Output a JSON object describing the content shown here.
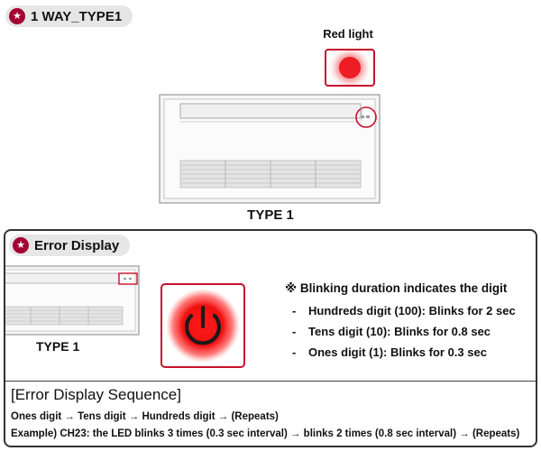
{
  "header": {
    "title": "1 WAY_TYPE1",
    "star_icon": "star-icon"
  },
  "unit_diagram": {
    "red_light_label": "Red light",
    "type_label": "TYPE 1",
    "indicator_color": "#ee1c25",
    "accent_color": "#a50034",
    "highlight_color": "#c8102e"
  },
  "error_display": {
    "title": "Error Display",
    "type_label": "TYPE 1",
    "power_icon": "power-icon",
    "note": {
      "title": "※ Blinking duration indicates the digit",
      "items": [
        "Hundreds digit (100): Blinks for 2 sec",
        "Tens digit (10): Blinks for 0.8 sec",
        "Ones digit (1): Blinks for 0.3 sec"
      ]
    },
    "sequence": {
      "title": "[Error Display Sequence]",
      "line1": "Ones digit → Tens digit → Hundreds digit → (Repeats)",
      "line2": "Example) CH23: the LED blinks 3 times (0.3 sec interval) → blinks 2 times (0.8 sec interval) → (Repeats)"
    }
  }
}
